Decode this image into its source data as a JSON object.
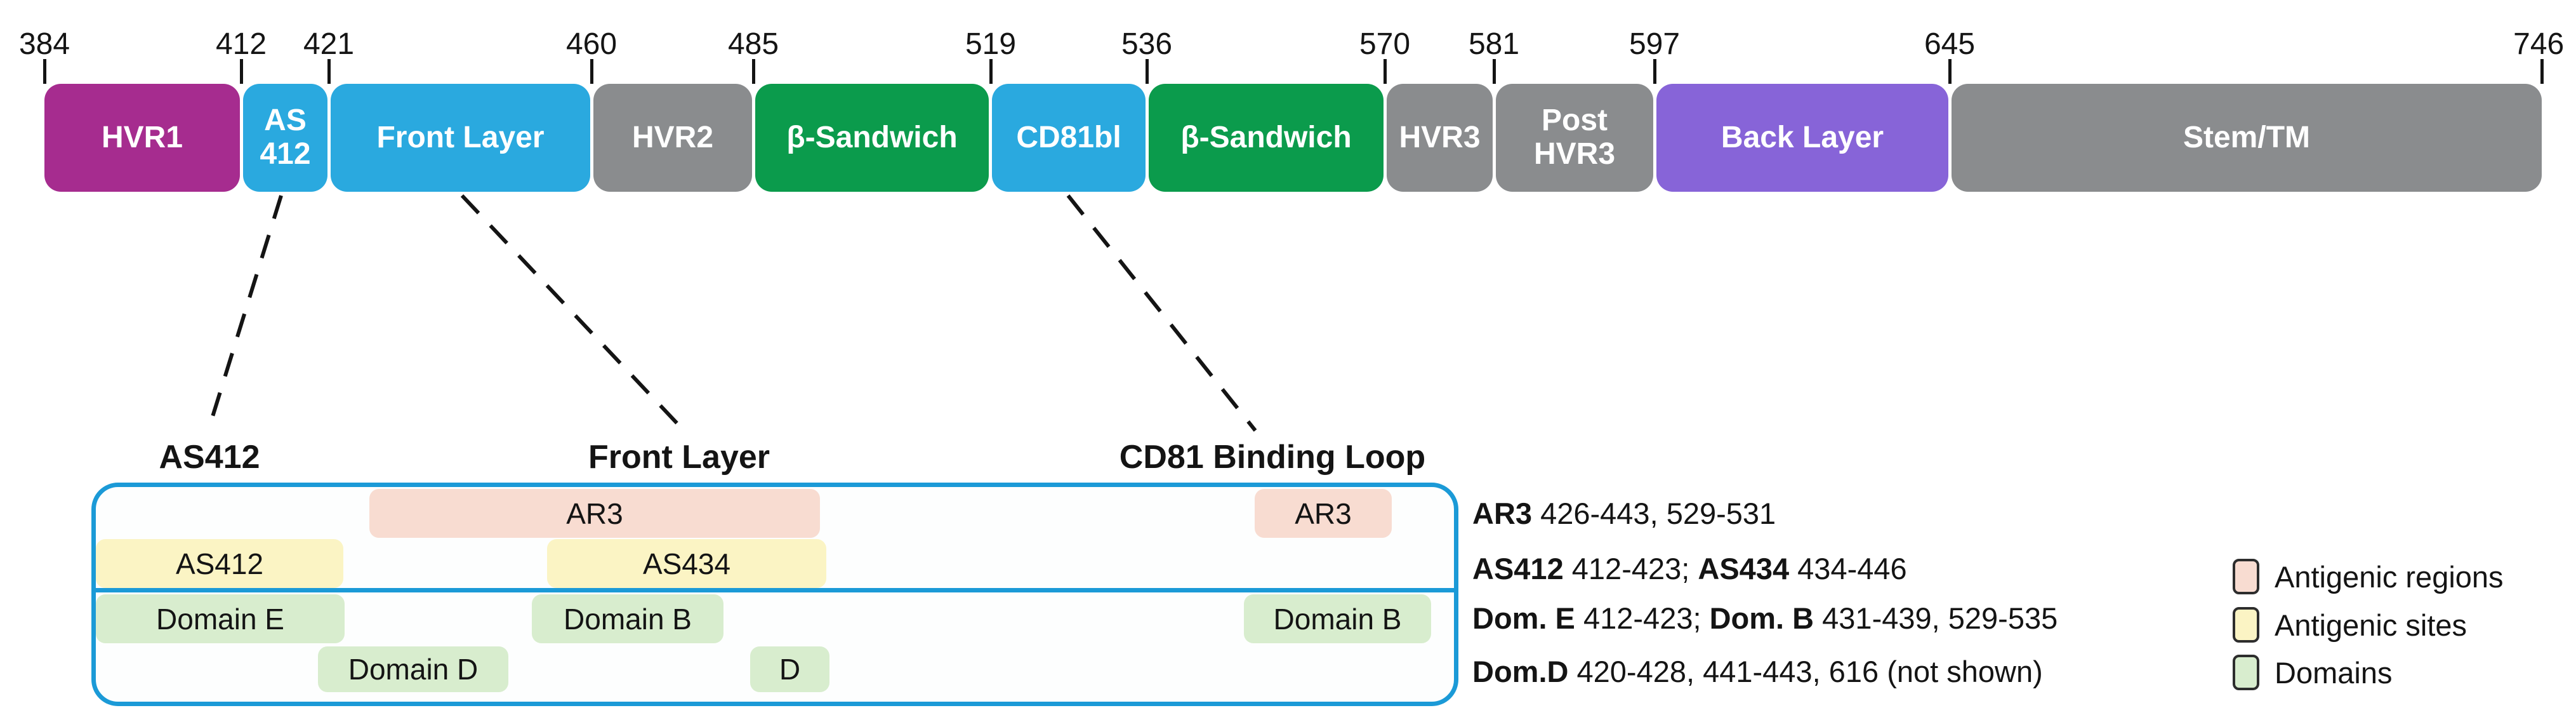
{
  "palette": {
    "ink": "#141414",
    "bar_magenta": "#A62C8F",
    "bar_blue": "#2AA9DF",
    "bar_gray": "#8A8C8E",
    "bar_green": "#0B9B4C",
    "bar_purple": "#8764D8",
    "box_blue": "#1B9AD7",
    "antigenic_region": "#F8DCD1",
    "antigenic_site": "#FBF4C4",
    "domain_fill": "#D8EDCE"
  },
  "protein_bar": {
    "ticks": [
      "384",
      "412",
      "421",
      "460",
      "485",
      "519",
      "536",
      "570",
      "581",
      "597",
      "645",
      "746"
    ],
    "segments": [
      {
        "label": "HVR1",
        "color": "magenta"
      },
      {
        "label": "AS\n412",
        "color": "blue"
      },
      {
        "label": "Front Layer",
        "color": "blue"
      },
      {
        "label": "HVR2",
        "color": "gray"
      },
      {
        "label": "β-Sandwich",
        "color": "green"
      },
      {
        "label": "CD81bl",
        "color": "blue"
      },
      {
        "label": "β-Sandwich",
        "color": "green"
      },
      {
        "label": "HVR3",
        "color": "gray"
      },
      {
        "label": "Post\nHVR3",
        "color": "gray"
      },
      {
        "label": "Back Layer",
        "color": "purple"
      },
      {
        "label": "Stem/TM",
        "color": "gray"
      }
    ]
  },
  "detail": {
    "section_headers": [
      "AS412",
      "Front Layer",
      "CD81 Binding Loop"
    ],
    "blocks": {
      "ar3_front": {
        "label": "AR3",
        "category": "Antigenic region"
      },
      "ar3_cd81": {
        "label": "AR3",
        "category": "Antigenic region"
      },
      "as412": {
        "label": "AS412",
        "category": "Antigenic site"
      },
      "as434": {
        "label": "AS434",
        "category": "Antigenic site"
      },
      "domain_e": {
        "label": "Domain E",
        "category": "Domain"
      },
      "domain_b_front": {
        "label": "Domain B",
        "category": "Domain"
      },
      "domain_b_cd81": {
        "label": "Domain B",
        "category": "Domain"
      },
      "domain_d": {
        "label": "Domain D",
        "category": "Domain"
      },
      "d": {
        "label": "D",
        "category": "Domain"
      }
    },
    "annotations": [
      {
        "parts": [
          {
            "text": "AR3",
            "bold": true
          },
          {
            "text": " 426-443, 529-531",
            "bold": false
          }
        ]
      },
      {
        "parts": [
          {
            "text": "AS412",
            "bold": true
          },
          {
            "text": " 412-423; ",
            "bold": false
          },
          {
            "text": "AS434",
            "bold": true
          },
          {
            "text": " 434-446",
            "bold": false
          }
        ]
      },
      {
        "parts": [
          {
            "text": "Dom. E",
            "bold": true
          },
          {
            "text": " 412-423; ",
            "bold": false
          },
          {
            "text": "Dom. B",
            "bold": true
          },
          {
            "text": " 431-439, 529-535",
            "bold": false
          }
        ]
      },
      {
        "parts": [
          {
            "text": "Dom.D",
            "bold": true
          },
          {
            "text": " 420-428, 441-443, 616 (not shown)",
            "bold": false
          }
        ]
      }
    ],
    "legend": [
      {
        "label": "Antigenic regions",
        "category": "region"
      },
      {
        "label": "Antigenic sites",
        "category": "site"
      },
      {
        "label": "Domains",
        "category": "domain"
      }
    ]
  }
}
